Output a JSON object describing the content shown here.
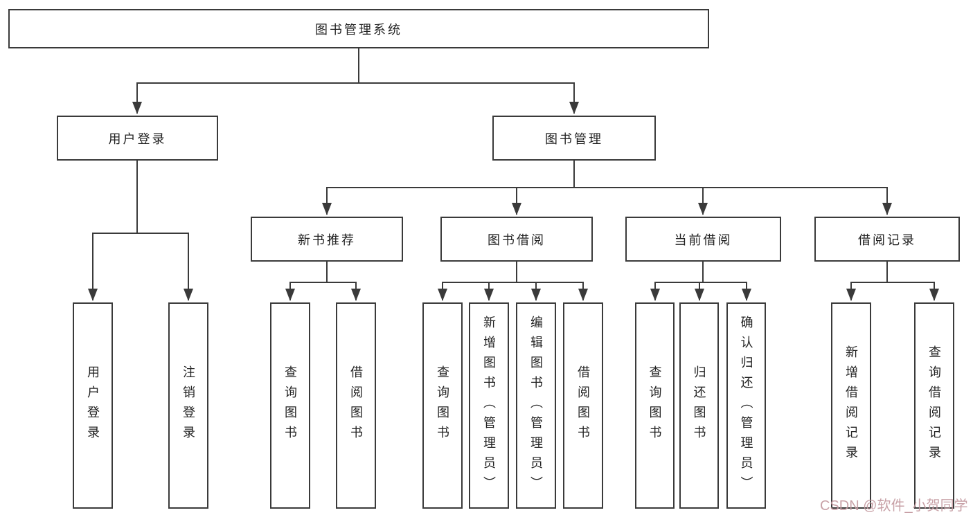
{
  "tree": {
    "root": {
      "label": "图书管理系统"
    },
    "branches": [
      {
        "label": "用户登录",
        "children": [
          {
            "label": "用户登录"
          },
          {
            "label": "注销登录"
          }
        ]
      },
      {
        "label": "图书管理",
        "children": [
          {
            "label": "新书推荐",
            "children": [
              {
                "label": "查询图书"
              },
              {
                "label": "借阅图书"
              }
            ]
          },
          {
            "label": "图书借阅",
            "children": [
              {
                "label": "查询图书"
              },
              {
                "label": "新增图书（管理员）"
              },
              {
                "label": "编辑图书（管理员）"
              },
              {
                "label": "借阅图书"
              }
            ]
          },
          {
            "label": "当前借阅",
            "children": [
              {
                "label": "查询图书"
              },
              {
                "label": "归还图书"
              },
              {
                "label": "确认归还（管理员）"
              }
            ]
          },
          {
            "label": "借阅记录",
            "children": [
              {
                "label": "新增借阅记录"
              },
              {
                "label": "查询借阅记录"
              }
            ]
          }
        ]
      }
    ]
  },
  "colors": {
    "line": "#3a3a3a",
    "box_border": "#3a3a3a",
    "text": "#222222",
    "watermark": "#c49aa0"
  },
  "watermark": {
    "text": "CSDN @软件_小贺同学",
    "color": "#c49aa0"
  }
}
